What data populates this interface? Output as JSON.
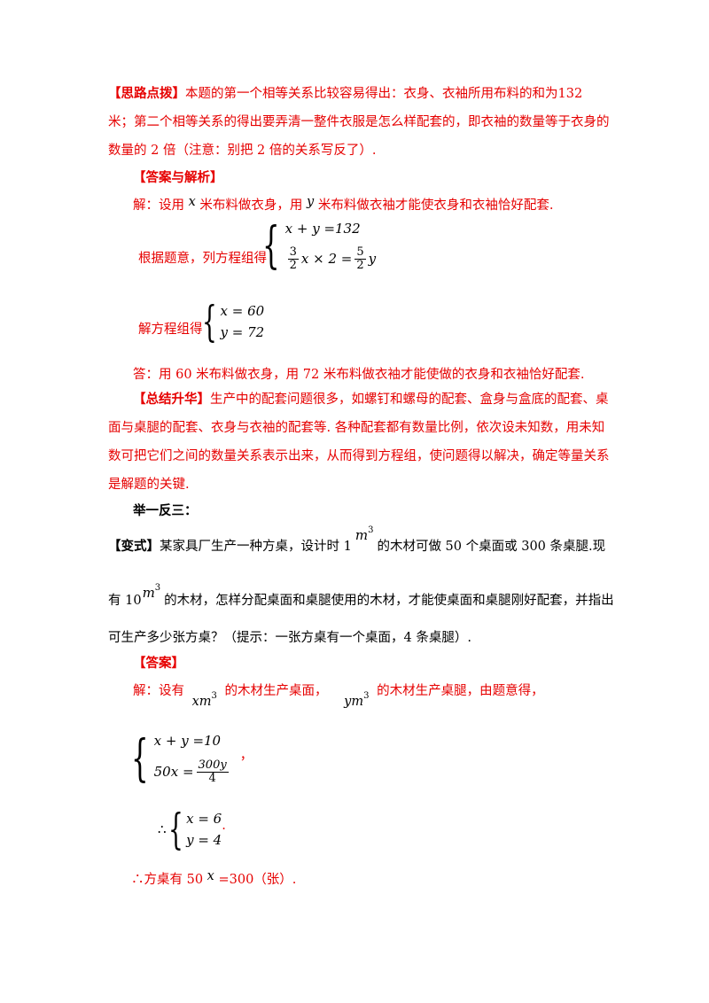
{
  "hint": {
    "tag": "【思路点拨】",
    "line1": "本题的第一个相等关系比较容易得出：衣身、衣袖所用布料的和为132",
    "line2": "米；第二个相等关系的得出要弄清一整件衣服是怎么样配套的，即衣袖的数量等于衣身的",
    "line3": "数量的 2 倍（注意：别把 2 倍的关系写反了）."
  },
  "answer_analysis": {
    "tag": "【答案与解析】",
    "setup_a": "解：设用",
    "var_x": "x",
    "setup_b": "米布料做衣身，用",
    "var_y": "y",
    "setup_c": "米布料做衣袖才能使衣身和衣袖恰好配套.",
    "system_label": "根据题意，列方程组得",
    "eq1": "x + y =132",
    "eq2_frac1_num": "3",
    "eq2_frac1_den": "2",
    "eq2_mid": "x × 2 =",
    "eq2_frac2_num": "5",
    "eq2_frac2_den": "2",
    "eq2_end": "y",
    "solve_label": "解方程组得",
    "sol1": "x = 60",
    "sol2": "y = 72",
    "conclusion": "答：用 60 米布料做衣身，用 72 米布料做衣袖才能使做的衣身和衣袖恰好配套."
  },
  "summary": {
    "tag": "【总结升华】",
    "line1": "生产中的配套问题很多，如螺钉和螺母的配套、盒身与盒底的配套、桌",
    "line2": "面与桌腿的配套、衣身与衣袖的配套等. 各种配套都有数量比例，依次设未知数，用未知",
    "line3": "数可把它们之间的数量关系表示出来，从而得到方程组，使问题得以解决，确定等量关系",
    "line4": "是解题的关键."
  },
  "practice": {
    "heading": "举一反三：",
    "tag": "【变式】",
    "line1_a": "某家具厂生产一种方桌，设计时 1",
    "unit_m": "m",
    "unit_exp": "3",
    "line1_b": "的木材可做 50 个桌面或 300 条桌腿.现",
    "line2_a": "有 10",
    "line2_b": "的木材，怎样分配桌面和桌腿使用的木材，才能使桌面和桌腿刚好配套，并指出",
    "line3": "可生产多少张方桌？（提示：一张方桌有一个桌面，4 条桌腿）."
  },
  "practice_answer": {
    "tag": "【答案】",
    "line_a": "解：设有",
    "xm": "xm",
    "line_b": "的木材生产桌面，",
    "ym": "ym",
    "line_c": "的木材生产桌腿，由题意得，",
    "eq1": "x + y =10",
    "eq2_left": "50x =",
    "eq2_num": "300y",
    "eq2_den": "4",
    "comma": "，",
    "therefore": "∴",
    "sol1": "x = 6",
    "sol2": "y = 4",
    "period": ".",
    "final_a": "∴方桌有 50",
    "final_x": "x",
    "final_b": "=300（张）."
  }
}
